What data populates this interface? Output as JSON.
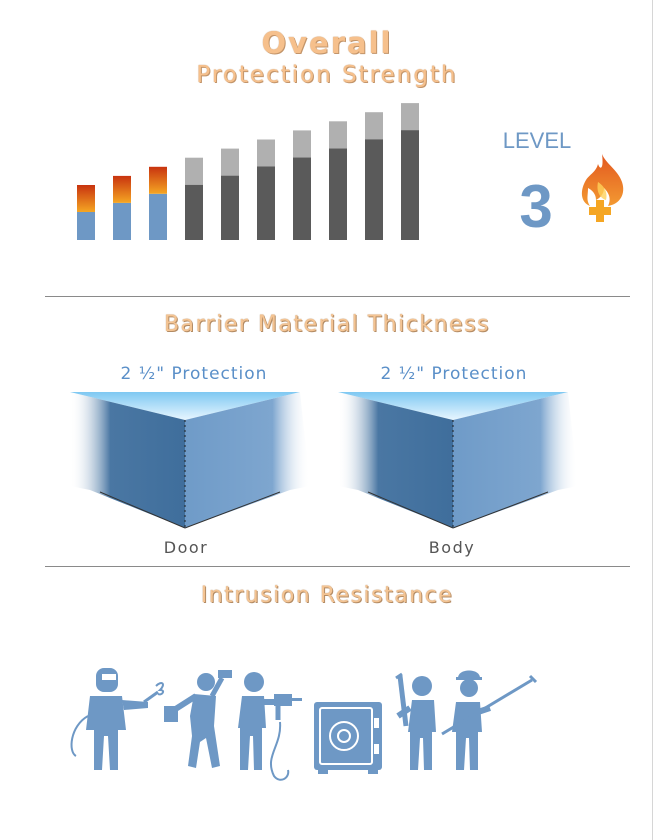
{
  "header": {
    "title": "Overall",
    "subtitle": "Protection Strength"
  },
  "level": {
    "label": "LEVEL",
    "value": "3",
    "icon": "fire-plus-icon"
  },
  "strength_meter": {
    "total_bars": 10,
    "filled_bars": 3
  },
  "barrier": {
    "title": "Barrier Material Thickness",
    "door": {
      "protection": "2 ½\" Protection",
      "label": "Door"
    },
    "body": {
      "protection": "2 ½\" Protection",
      "label": "Body"
    }
  },
  "intrusion": {
    "title": "Intrusion Resistance",
    "icons": [
      "welder-icon",
      "sledgehammer-icon",
      "drill-icon",
      "safe-icon",
      "pry-bar-icon",
      "crowbar-worker-icon"
    ]
  },
  "colors": {
    "accent_orange": "#f6c08c",
    "steel_blue": "#6e98c5",
    "dark_bar": "#5a5a5a",
    "gray_bar": "#b0b0b0"
  }
}
